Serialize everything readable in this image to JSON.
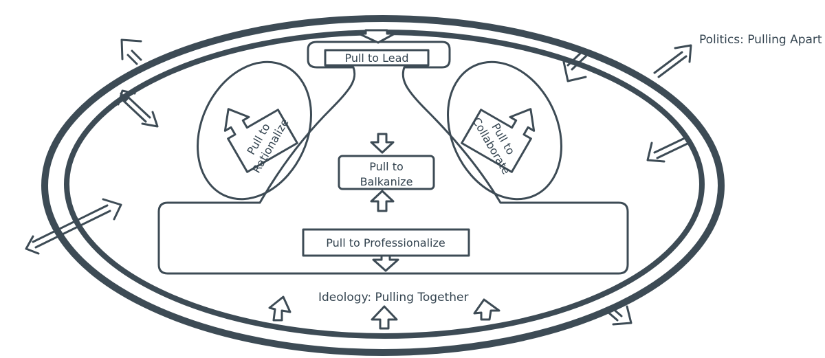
{
  "colors": {
    "ink": "#3d4b55",
    "background": "#ffffff"
  },
  "labels": {
    "politics": "Politics: Pulling Apart",
    "ideology": "Ideology: Pulling Together",
    "lead": "Pull to Lead",
    "balkanize_line1": "Pull to",
    "balkanize_line2": "Balkanize",
    "professionalize": "Pull to Professionalize",
    "rationalize_line1": "Pull to",
    "rationalize_line2": "Rationalize",
    "collaborate_line1": "Pull to",
    "collaborate_line2": "Collaborate"
  }
}
